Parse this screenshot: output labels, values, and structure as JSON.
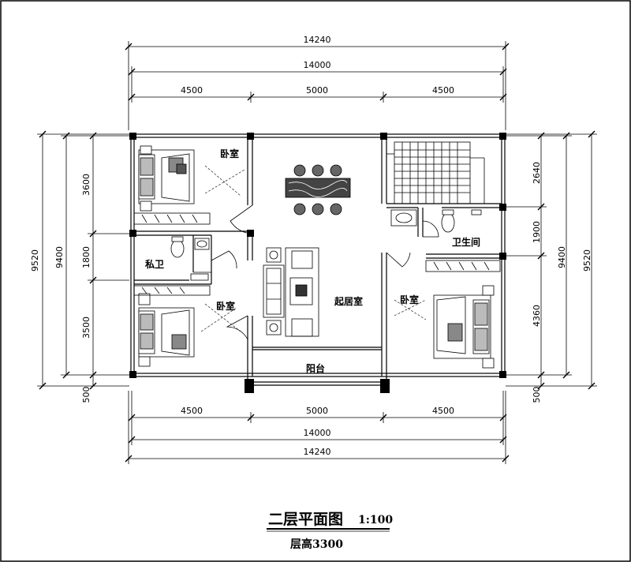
{
  "dimensions": {
    "top_total_outer": "14240",
    "top_total_inner": "14000",
    "top_segments": [
      "4500",
      "5000",
      "4500"
    ],
    "bottom_segments": [
      "4500",
      "5000",
      "4500"
    ],
    "bottom_total_inner": "14000",
    "bottom_total_outer": "14240",
    "left_segments": [
      "3600",
      "1800",
      "3500",
      "500"
    ],
    "left_total_inner": "9400",
    "left_total_outer": "9520",
    "right_segments": [
      "2640",
      "1900",
      "4360",
      "500"
    ],
    "right_total_inner": "9400",
    "right_total_outer": "9520"
  },
  "rooms": {
    "bedroom_top_left": "卧室",
    "private_bath": "私卫",
    "bedroom_bottom_left": "卧室",
    "living_room": "起居室",
    "balcony": "阳台",
    "bedroom_right": "卧室",
    "bathroom": "卫生间"
  },
  "title": {
    "name": "二层平面图",
    "scale": "1:100",
    "floor_height": "层高3300"
  }
}
